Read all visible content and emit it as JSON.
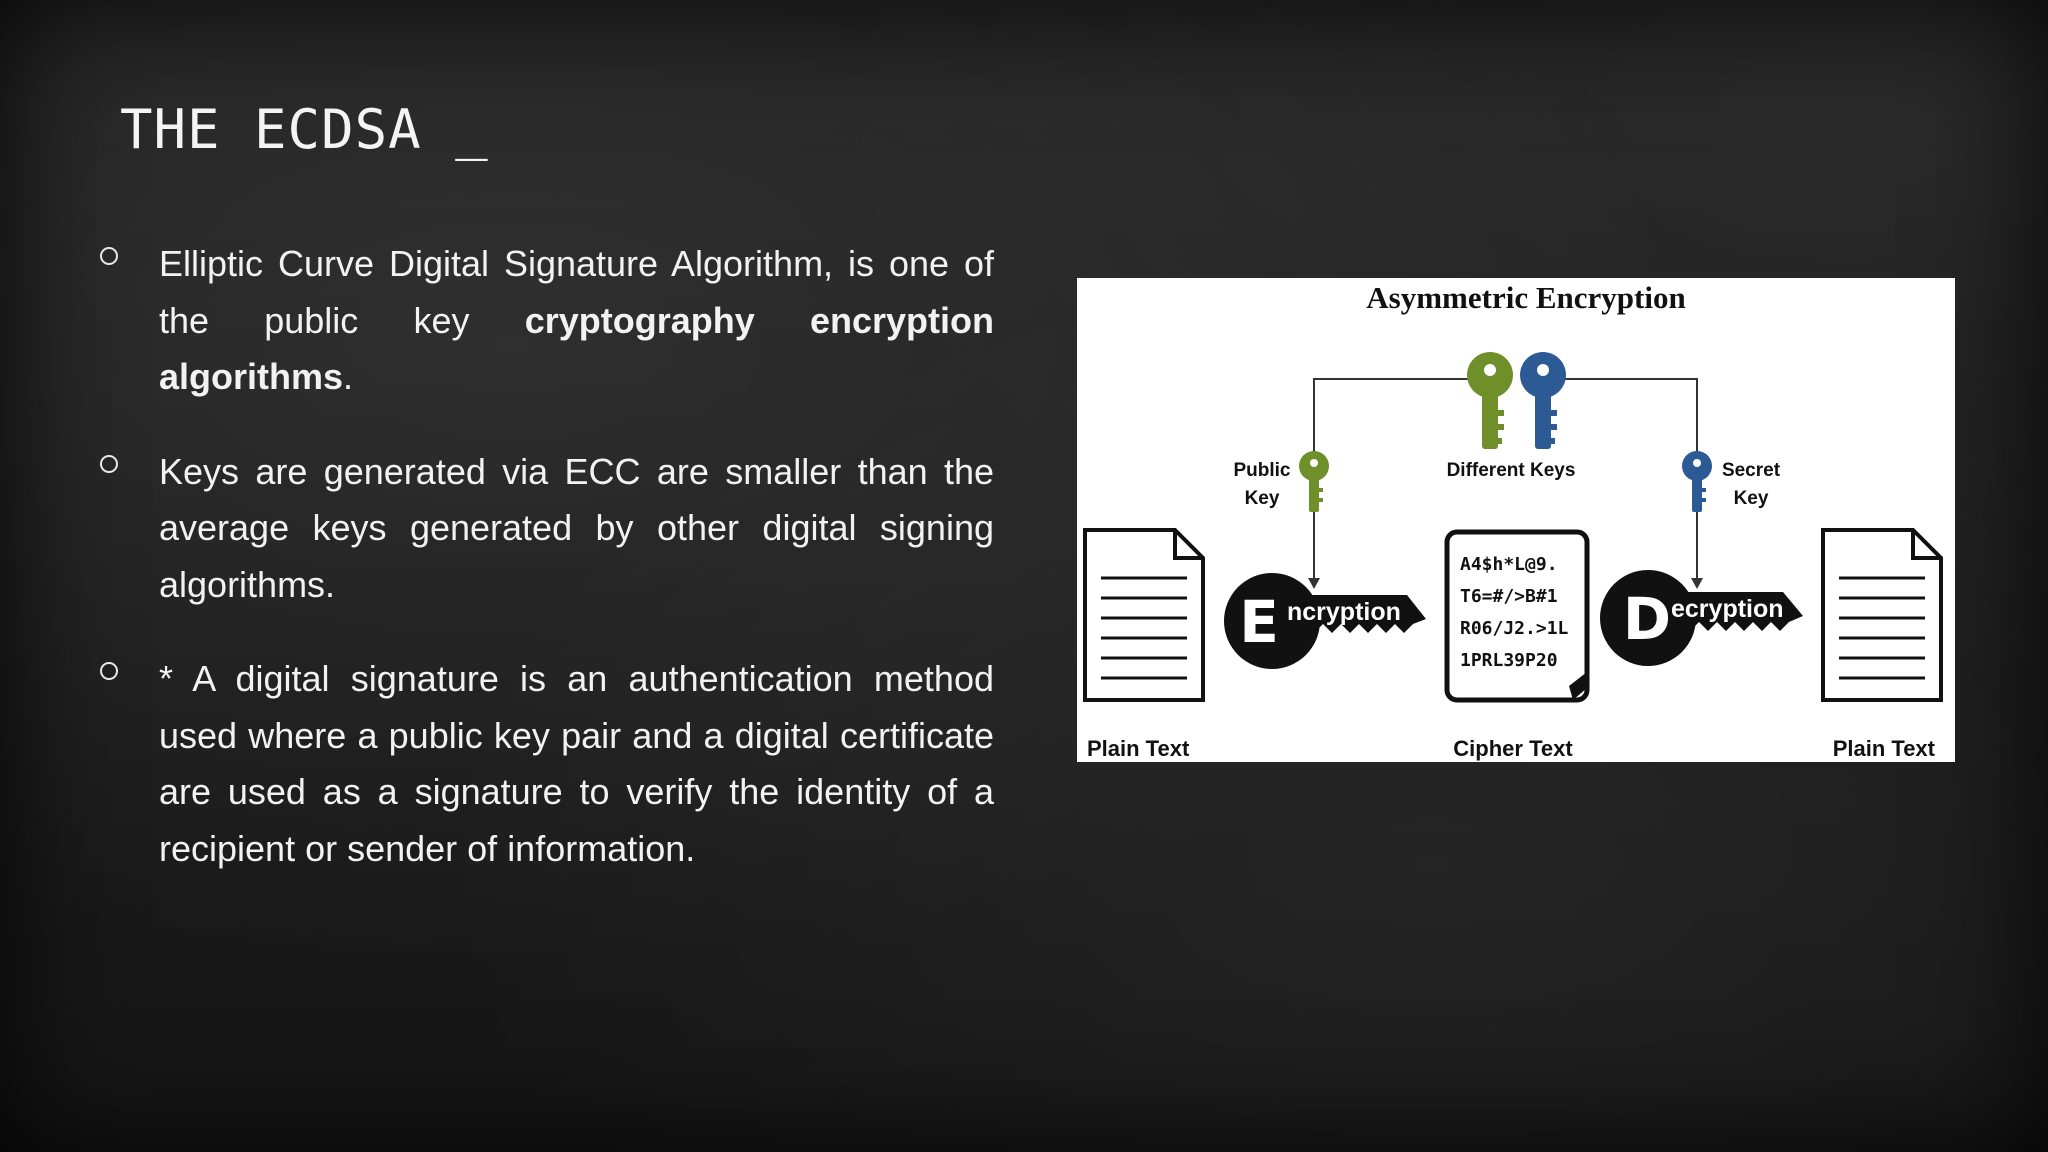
{
  "slide": {
    "title": "THE ECDSA _",
    "bullets": [
      {
        "text_before": "Elliptic Curve Digital Signature Algorithm, is one of the public key ",
        "bold": "cryptography encryption algorithms",
        "text_after": "."
      },
      {
        "text_before": " Keys are generated via ECC  are smaller than the average keys generated by other digital signing algorithms.",
        "bold": "",
        "text_after": ""
      },
      {
        "text_before": "* A digital signature is an authentication method used where a public key pair and a digital certificate are used as a signature to verify the identity of a recipient or sender of information.",
        "bold": "",
        "text_after": ""
      }
    ]
  },
  "figure": {
    "title": "Asymmetric Encryption",
    "public_key_label_1": "Public",
    "public_key_label_2": "Key",
    "different_keys_label": "Different Keys",
    "secret_key_label_1": "Secret",
    "secret_key_label_2": "Key",
    "encryption_letter": "E",
    "encryption_rest": "ncryption",
    "decryption_letter": "D",
    "decryption_rest": "ecryption",
    "cipher_lines": [
      "A4$h*L@9.",
      "T6=#/>B#1",
      "R06/J2.>1L",
      "1PRL39P20"
    ],
    "plain_text_left": "Plain Text",
    "cipher_text": "Cipher Text",
    "plain_text_right": "Plain Text",
    "colors": {
      "green_key": "#6f8f2b",
      "blue_key": "#2c5a94",
      "black": "#111111"
    }
  }
}
